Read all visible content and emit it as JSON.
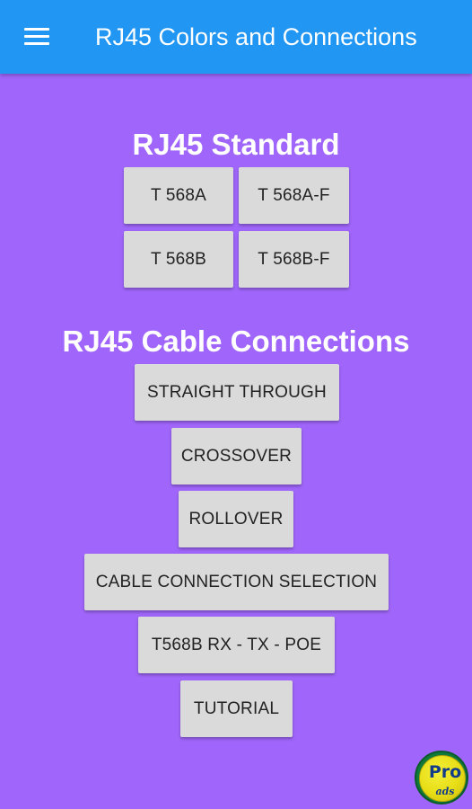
{
  "app_bar": {
    "menu_icon": "hamburger-menu-icon",
    "title": "RJ45 Colors and Connections",
    "color": "#2196f3"
  },
  "background_color": "#a066fb",
  "standard_section": {
    "title": "RJ45 Standard",
    "buttons": {
      "t568a": "T 568A",
      "t568a_f": "T 568A-F",
      "t568b": "T 568B",
      "t568b_f": "T 568B-F"
    }
  },
  "connections_section": {
    "title": "RJ45 Cable Connections",
    "buttons": {
      "straight_through": "STRAIGHT THROUGH",
      "crossover": "CROSSOVER",
      "rollover": "ROLLOVER",
      "cable_connection_selection": "CABLE CONNECTION SELECTION",
      "t568b_rx_tx_poe": "T568B RX - TX - POE",
      "tutorial": "TUTORIAL"
    }
  },
  "pro_badge": {
    "pro": "Pro",
    "ads": "ads"
  }
}
